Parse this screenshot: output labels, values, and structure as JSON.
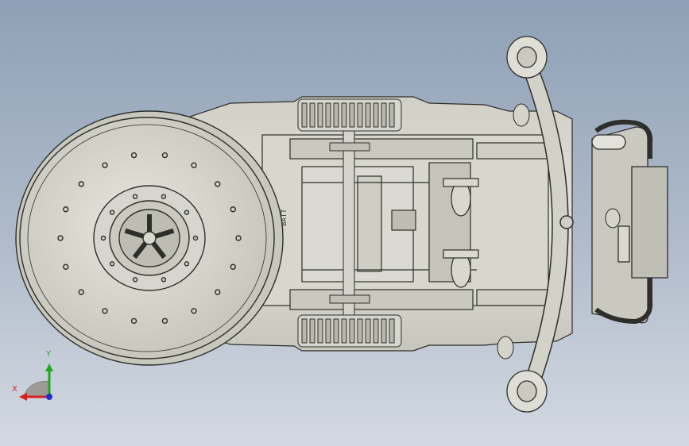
{
  "viewport": {
    "background_top": "#8fa0b6",
    "background_bottom": "#d3d9e2"
  },
  "model": {
    "fill_light": "#e0e0d8",
    "fill_mid": "#c9c9c0",
    "fill_dark": "#a8a89f",
    "edge": "#2e2e2a",
    "chassis_marking": "BATT"
  },
  "triad": {
    "x_label": "X",
    "y_label": "Y",
    "x_color": "#d42020",
    "y_color": "#1fa81f",
    "z_color": "#2030d0"
  }
}
